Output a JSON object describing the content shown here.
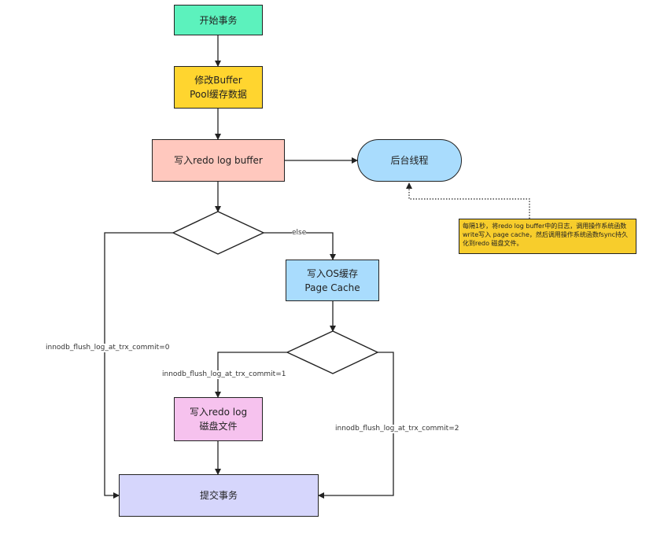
{
  "nodes": {
    "start": "开始事务",
    "modify_buffer": "修改Buffer\nPool缓存数据",
    "write_redo_buffer": "写入redo log buffer",
    "background_thread": "后台线程",
    "write_os_cache": "写入OS缓存\nPage Cache",
    "write_redo_file": "写入redo log\n磁盘文件",
    "commit": "提交事务"
  },
  "edge_labels": {
    "else": "else",
    "commit0": "innodb_flush_log_at_trx_commit=0",
    "commit1": "innodb_flush_log_at_trx_commit=1",
    "commit2": "innodb_flush_log_at_trx_commit=2"
  },
  "note": {
    "text": "每隔1秒，将redo log buffer中的日志，调用操作系统函数write写入 page cache，然后调用操作系统函数fsync持久化到redo 磁盘文件。"
  },
  "colors": {
    "start": "#5cf2bd",
    "modify_buffer": "#ffd52f",
    "write_redo_buffer": "#ffc8be",
    "background_thread": "#a9dcfd",
    "write_os_cache": "#a9dcfd",
    "write_redo_file": "#f6c2ee",
    "commit": "#d6d6fc",
    "note": "#f7cd2c"
  }
}
